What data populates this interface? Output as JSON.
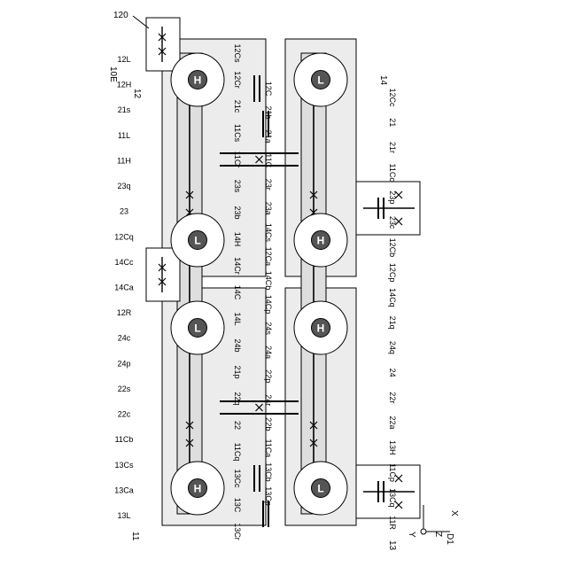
{
  "figure": {
    "top_labels": [
      "120",
      "10E"
    ],
    "module_labels": [
      "11",
      "12",
      "13",
      "14"
    ],
    "qubit_letters": {
      "high": "H",
      "low": "L"
    },
    "axes": {
      "x": "X",
      "y": "Y",
      "z": "Z",
      "d1": "D1"
    },
    "ref_labels": [
      "12L",
      "12Cs",
      "12C",
      "12Cc",
      "12H",
      "12Cr",
      "21b",
      "21",
      "21s",
      "21c",
      "21a",
      "21r",
      "11L",
      "11Cs",
      "11C",
      "11Cc",
      "11H",
      "11Cr",
      "23r",
      "23p",
      "23q",
      "23s",
      "23a",
      "23c",
      "23",
      "23b",
      "14Cs",
      "12Cb",
      "12Cq",
      "14H",
      "12Ca",
      "12Cp",
      "14Cc",
      "14Cr",
      "14Cb",
      "14Cq",
      "14Ca",
      "14C",
      "14Cp",
      "21q",
      "12R",
      "14L",
      "24s",
      "24q",
      "24c",
      "24b",
      "24a",
      "24",
      "24p",
      "21p",
      "22p",
      "22r",
      "22s",
      "22q",
      "24r",
      "22a",
      "22c",
      "22",
      "22b",
      "13H",
      "11Cb",
      "11Cq",
      "11Ca",
      "11Cp",
      "13Cs",
      "13Cc",
      "13Cb",
      "13Cq",
      "13Ca",
      "13C",
      "13Cp",
      "11R",
      "13L",
      "13Cr"
    ]
  }
}
